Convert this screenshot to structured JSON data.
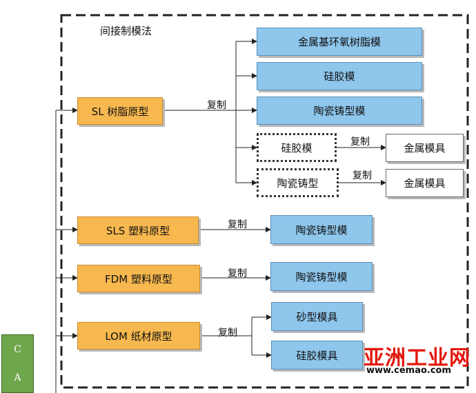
{
  "title": "间接制模法",
  "edge_label": "复制",
  "prototypes": {
    "sl": "SL 树脂原型",
    "sls": "SLS 塑料原型",
    "fdm": "FDM 塑料原型",
    "lom": "LOM 纸材原型"
  },
  "sl_outputs": {
    "metal_epoxy": "金属基环氧树脂模",
    "silicone": "硅胶模",
    "ceramic_mold": "陶瓷铸型模",
    "silicone_intermediate": "硅胶模",
    "ceramic_intermediate": "陶瓷铸型",
    "metal_mold_1": "金属模具",
    "metal_mold_2": "金属模具"
  },
  "sls_output": "陶瓷铸型模",
  "fdm_output": "陶瓷铸型模",
  "lom_outputs": {
    "sand": "砂型模具",
    "silicone": "硅胶模具"
  },
  "side_strip": {
    "letter1": "C",
    "letter2": "A"
  },
  "watermark": {
    "cn": "亚洲工业网",
    "url": "www.cemao.com"
  },
  "colors": {
    "prototype_fill": "#f7b84f",
    "mold_fill": "#8ec6ec",
    "watermark_red": "#e3170d"
  }
}
